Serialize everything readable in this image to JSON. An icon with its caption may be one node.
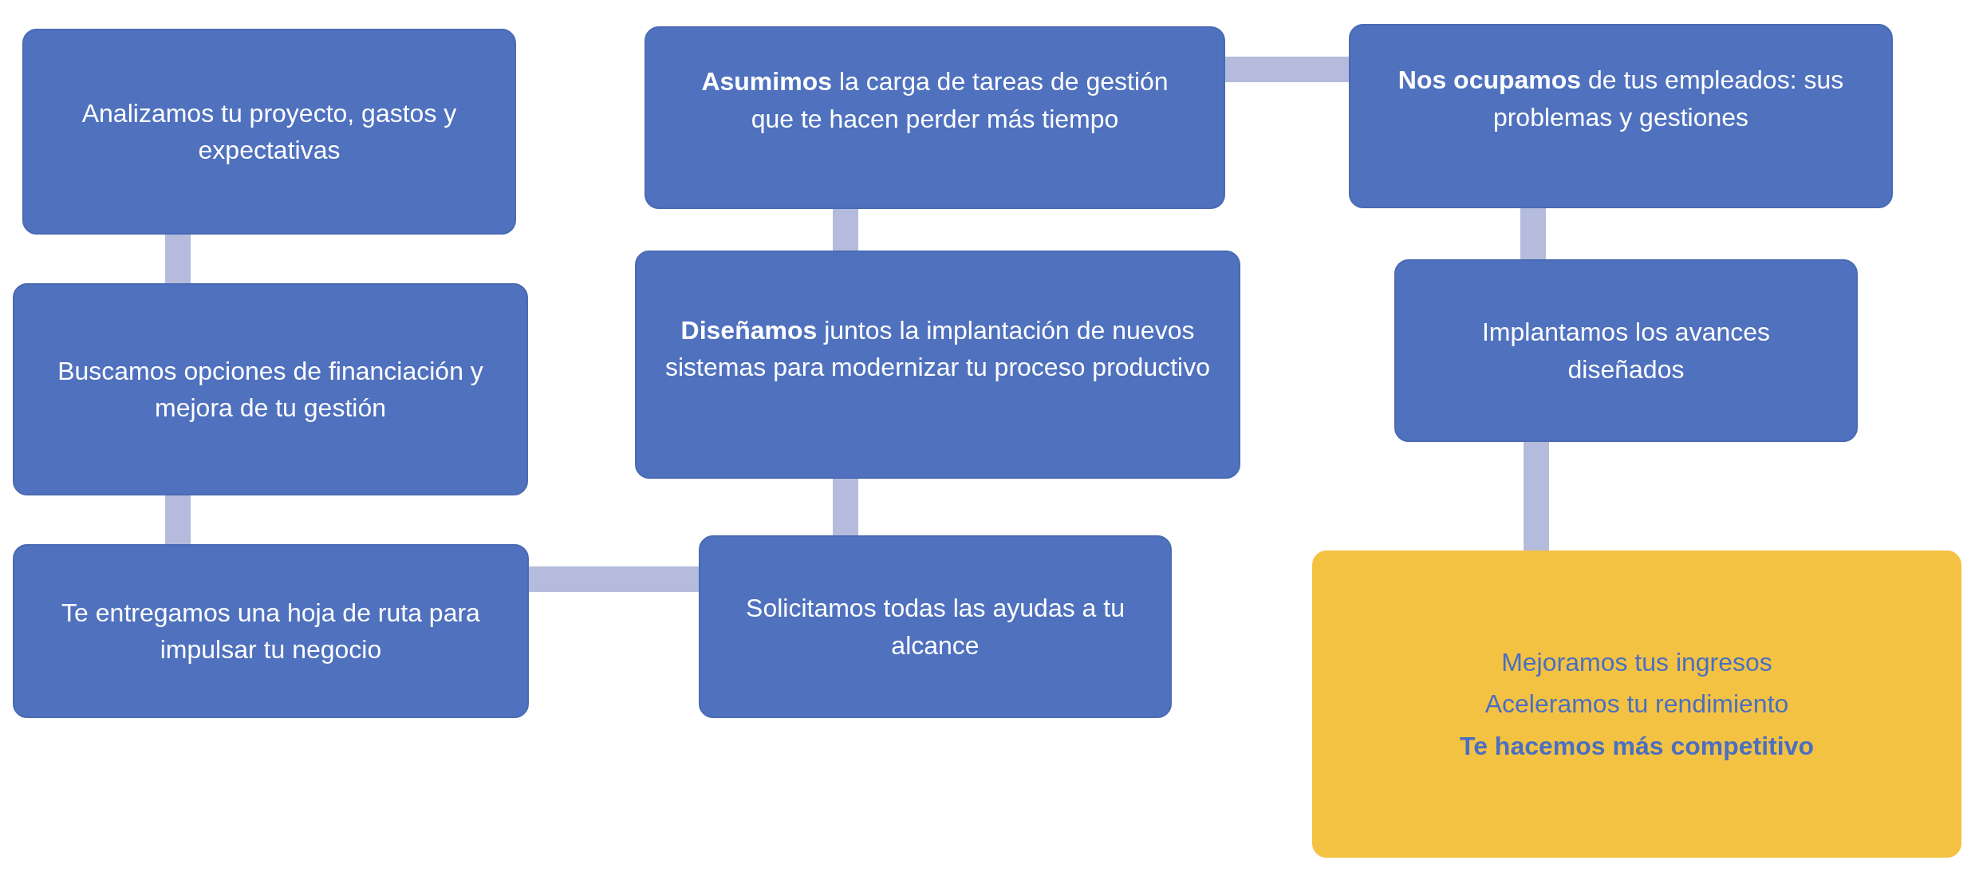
{
  "diagram": {
    "nodes": [
      {
        "text": [
          "Analizamos tu proyecto, gastos y expectativas"
        ]
      },
      {
        "text": [
          "Buscamos opciones de financiación y mejora de tu gestión"
        ]
      },
      {
        "text": [
          "Te entregamos una hoja de ruta para impulsar tu negocio"
        ]
      },
      {
        "text": [
          "Solicitamos todas las ayudas a tu alcance"
        ]
      },
      {
        "text": [
          "**Diseñamos** juntos la implantación de nuevos sistemas para modernizar tu proceso productivo"
        ]
      },
      {
        "text": [
          "**Asumimos** la carga de tareas de gestión que te hacen perder más tiempo"
        ]
      },
      {
        "text": [
          "**Nos ocupamos** de tus empleados: sus problemas y gestiones"
        ]
      },
      {
        "text": [
          "Implantamos los avances diseñados"
        ]
      },
      {
        "text": [
          "Mejoramos tus ingresos",
          "Aceleramos tu rendimiento",
          "Te hacemos más competitivo"
        ]
      }
    ],
    "edges": [
      {
        "from": 0,
        "to": 1,
        "arrow": "none"
      },
      {
        "from": 1,
        "to": 2,
        "arrow": "none"
      },
      {
        "from": 2,
        "to": 3,
        "arrow": "none"
      },
      {
        "from": 3,
        "to": 4,
        "arrow": "none"
      },
      {
        "from": 4,
        "to": 5,
        "arrow": "none"
      },
      {
        "from": 5,
        "to": 6,
        "arrow": "none"
      },
      {
        "from": 6,
        "to": 7,
        "arrow": "none"
      },
      {
        "from": 7,
        "to": 8,
        "arrow": "none"
      }
    ]
  }
}
